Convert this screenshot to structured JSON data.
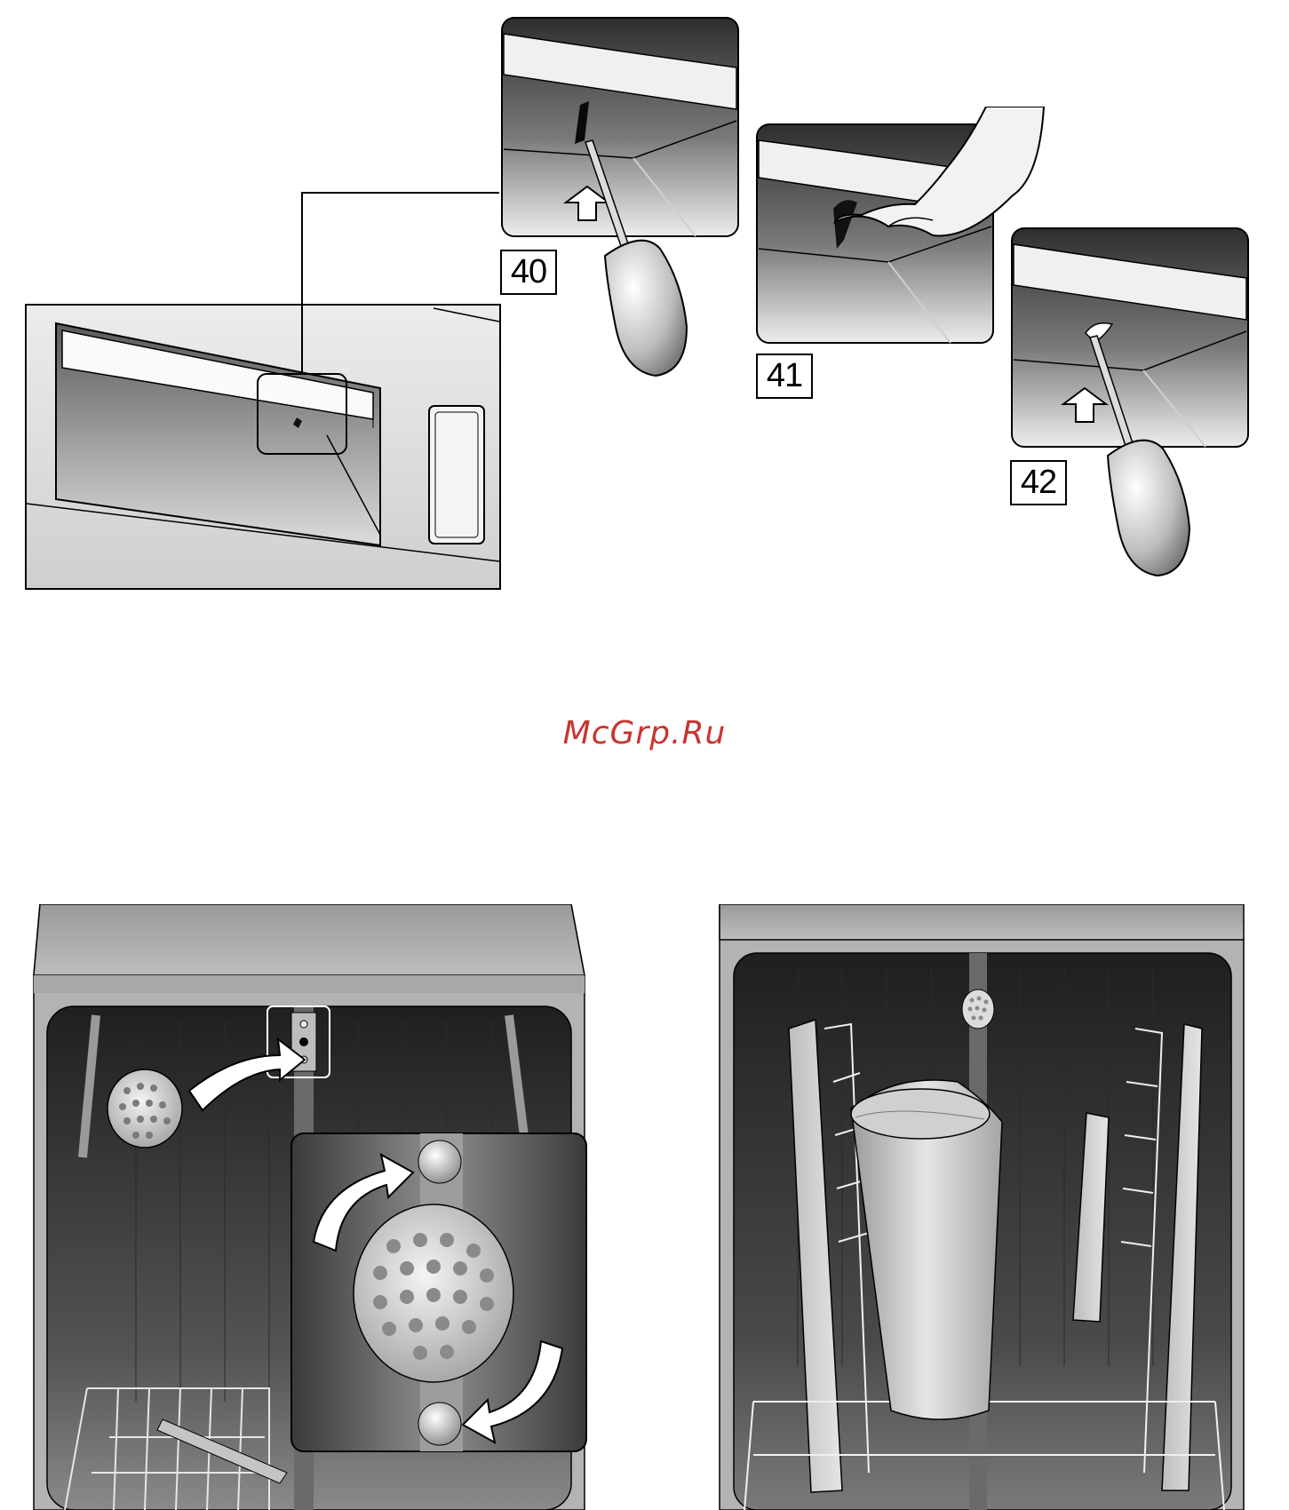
{
  "figures": {
    "fig40": {
      "label": "40"
    },
    "fig41": {
      "label": "41"
    },
    "fig42": {
      "label": "42"
    }
  },
  "watermark": {
    "text": "McGrp.Ru",
    "color": "#c8352e"
  },
  "colors": {
    "line": "#000000",
    "panel_grey": "#8e8e8e",
    "dark_interior": "#3a3a3a",
    "light_grey": "#d9d9d9"
  },
  "icons": [
    "screwdriver-icon",
    "up-arrow-icon",
    "hand-icon",
    "curved-arrow-icon",
    "filter-icon"
  ]
}
